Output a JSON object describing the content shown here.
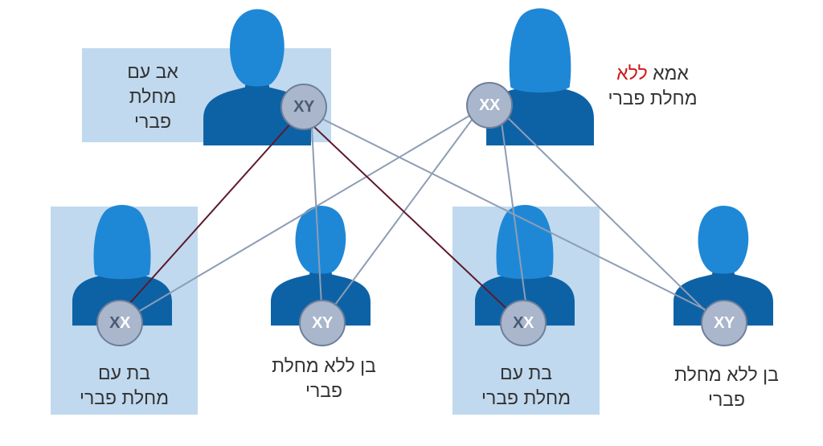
{
  "figure": {
    "father": {
      "label_lines": [
        "אב עם",
        "מחלת",
        "פברי"
      ],
      "chromosomes": [
        "X",
        "Y"
      ]
    },
    "mother": {
      "label_prefix": "אמא",
      "label_highlight": "ללא",
      "label_line2": "מחלת פברי",
      "chromosomes": [
        "X",
        "X"
      ]
    },
    "children": [
      {
        "label_lines": [
          "בת עם",
          "מחלת פברי"
        ],
        "chromosomes": [
          "X",
          "X"
        ]
      },
      {
        "label_lines": [
          "בן ללא מחלת",
          "פברי"
        ],
        "chromosomes": [
          "X",
          "Y"
        ]
      },
      {
        "label_lines": [
          "בת עם",
          "מחלת פברי"
        ],
        "chromosomes": [
          "X",
          "X"
        ]
      },
      {
        "label_lines": [
          "בן ללא מחלת",
          "פברי"
        ],
        "chromosomes": [
          "X",
          "Y"
        ]
      }
    ]
  },
  "colors": {
    "highlight_box": "#c0d9ef",
    "figure_light": "#1f88d6",
    "figure_dark": "#0d62a6",
    "affected_line": "#5c1a2a",
    "normal_line": "#8d9db5",
    "chromosome_fill": "#a9b6cb",
    "red_text": "#cc1a1a"
  }
}
